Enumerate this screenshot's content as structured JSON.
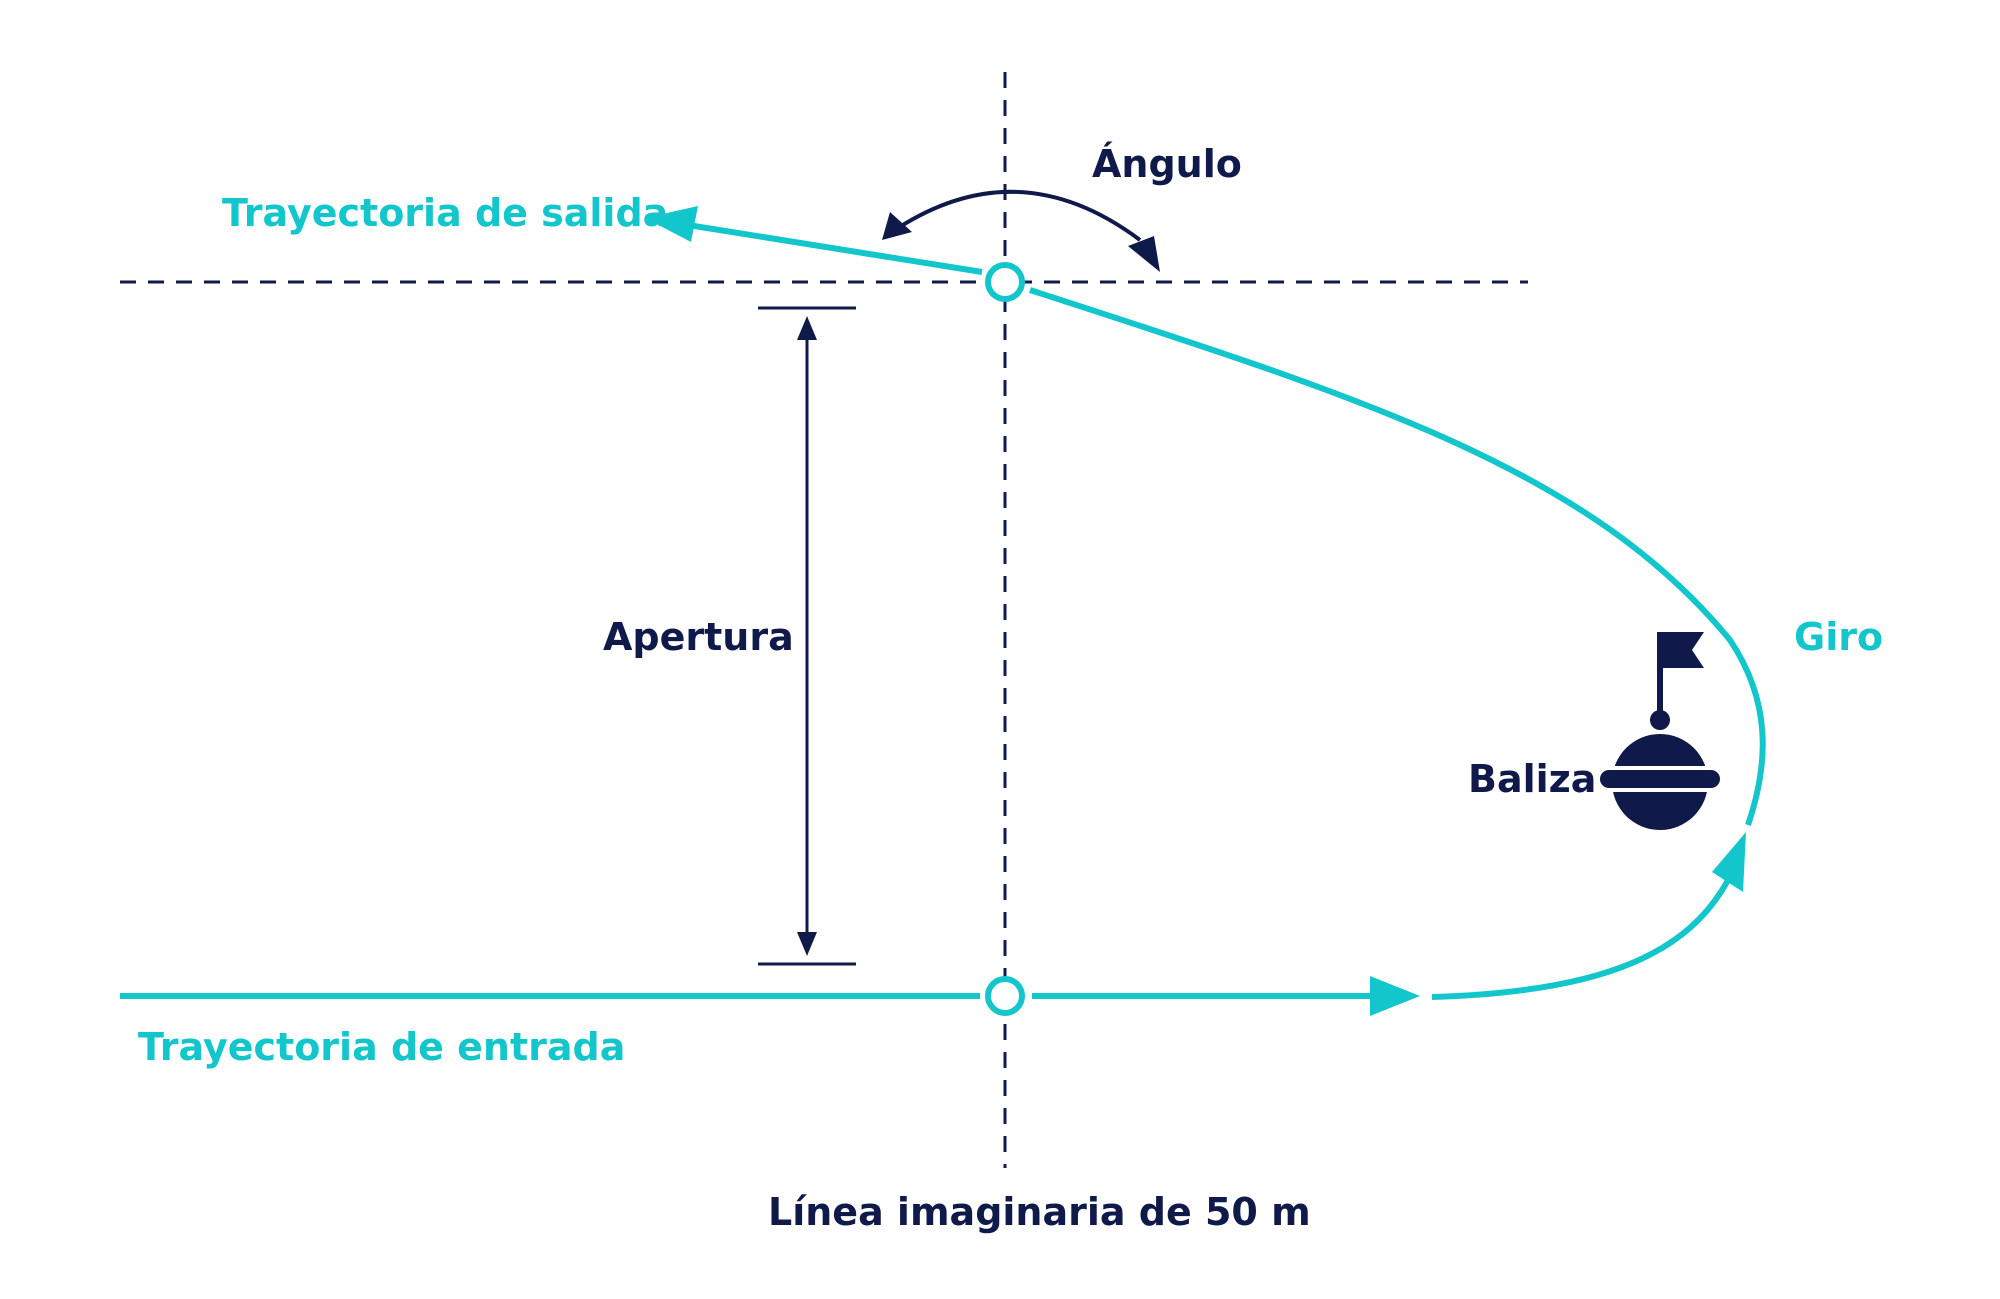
{
  "colors": {
    "accent": "#12c6cc",
    "dark": "#101a4a",
    "background": "#ffffff"
  },
  "labels": {
    "exit_path": "Trayectoria de salida",
    "entry_path": "Trayectoria de entrada",
    "angle": "Ángulo",
    "opening": "Apertura",
    "turn": "Giro",
    "buoy": "Baliza",
    "imaginary_line": "Línea imaginaria de 50 m"
  },
  "icons": {
    "buoy": "buoy-with-flag-icon"
  }
}
